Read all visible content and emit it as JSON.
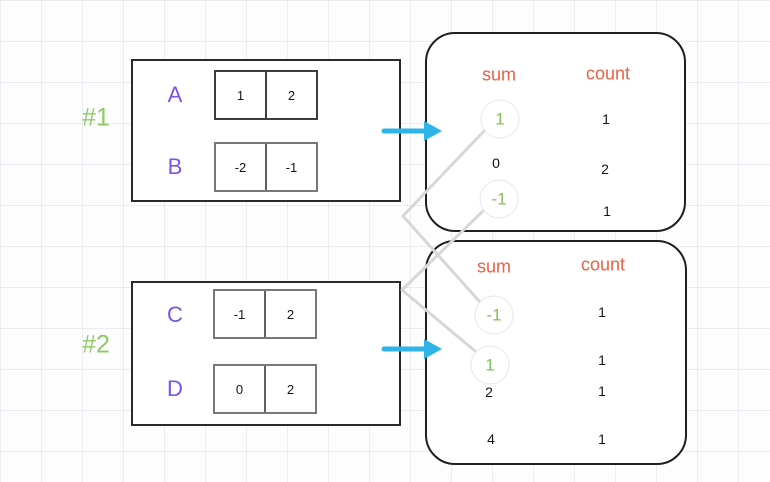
{
  "colors": {
    "label_purple": "#7855e6",
    "tag_green": "#8fc968",
    "header_orange": "#ea6145",
    "highlight_green": "#82c15c",
    "arrow_cyan": "#2eb4e8",
    "connector_gray": "#d7d7d7"
  },
  "groups": [
    {
      "tag": "#1",
      "arrays": [
        {
          "label": "A",
          "values": [
            "1",
            "2"
          ]
        },
        {
          "label": "B",
          "values": [
            "-2",
            "-1"
          ]
        }
      ],
      "result": {
        "sum_header": "sum",
        "count_header": "count",
        "rows": [
          {
            "sum": "1",
            "count": "1",
            "highlighted": true
          },
          {
            "sum": "0",
            "count": "2",
            "highlighted": false
          },
          {
            "sum": "-1",
            "count": "1",
            "highlighted": true
          }
        ]
      }
    },
    {
      "tag": "#2",
      "arrays": [
        {
          "label": "C",
          "values": [
            "-1",
            "2"
          ]
        },
        {
          "label": "D",
          "values": [
            "0",
            "2"
          ]
        }
      ],
      "result": {
        "sum_header": "sum",
        "count_header": "count",
        "rows": [
          {
            "sum": "-1",
            "count": "1",
            "highlighted": true
          },
          {
            "sum": "1",
            "count": "1",
            "highlighted": true
          },
          {
            "sum": "2",
            "count": "1",
            "highlighted": false
          },
          {
            "sum": "4",
            "count": "1",
            "highlighted": false
          }
        ]
      }
    }
  ]
}
